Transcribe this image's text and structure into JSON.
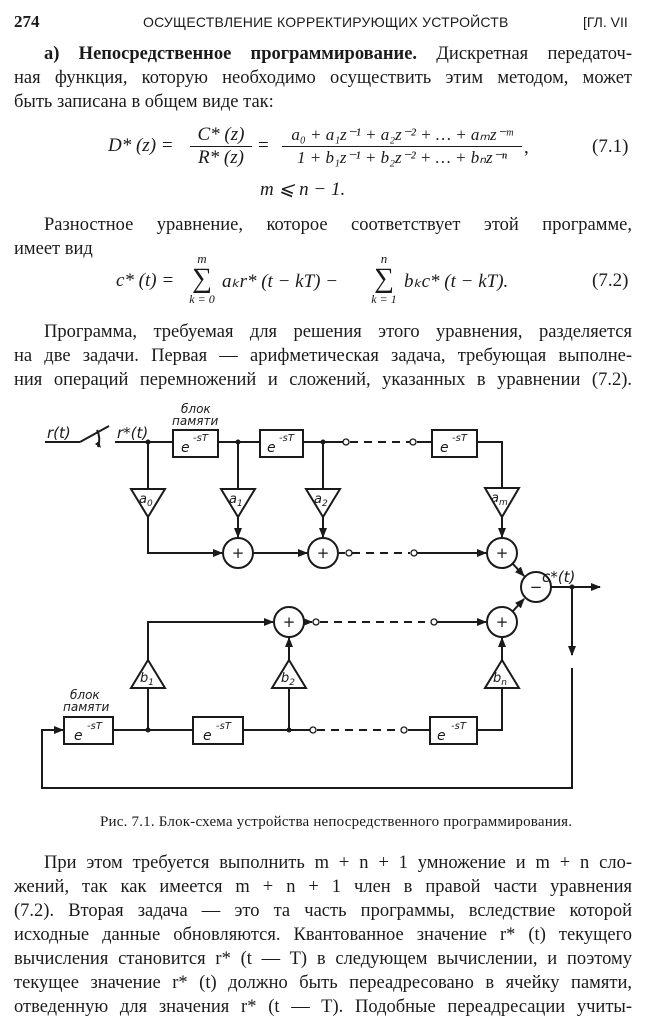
{
  "header": {
    "page_number": "274",
    "running_title": "ОСУЩЕСТВЛЕНИЕ КОРРЕКТИРУЮЩИХ УСТРОЙСТВ",
    "chapter": "[ГЛ. VII"
  },
  "section": {
    "heading": "а) Непосредственное программирование.",
    "intro_lines": [
      " Дискретная передаточ-",
      "ная функция, которую необходимо осуществить этим методом, может",
      "быть записана в общем виде так:"
    ]
  },
  "equation_7_1": {
    "lhs": "D* (z) =",
    "ratio_num": "C* (z)",
    "ratio_den": "R* (z)",
    "equals": "=",
    "numerator": "a₀ + a₁z⁻¹ + a₂z⁻² + … + aₘz⁻ᵐ",
    "denominator": "1 + b₁z⁻¹ + b₂z⁻² + … + bₙz⁻ⁿ",
    "trailing": ",",
    "condition": "m ⩽ n − 1.",
    "number": "(7.1)"
  },
  "para2": {
    "lines": [
      "Разностное уравнение, которое соответствует этой программе,",
      "имеет вид"
    ]
  },
  "equation_7_2": {
    "lhs": "c* (t) =",
    "sum1_top": "m",
    "sum1_bottom": "k = 0",
    "term1": "aₖr* (t − kT) −",
    "sum2_top": "n",
    "sum2_bottom": "k = 1",
    "term2": "bₖc* (t − kT).",
    "sigma": "∑",
    "number": "(7.2)"
  },
  "para3": {
    "lines": [
      "Программа, требуемая для решения этого уравнения, разделяется",
      "на две задачи. Первая — арифметическая задача, требующая выполне-",
      "ния операций перемножений и сложений, указанных в уравнении (7.2)."
    ]
  },
  "diagram": {
    "input_label": "r(t)",
    "sampled_label": "r*(t)",
    "memory_label_line1": "блок",
    "memory_label_line2": "памяти",
    "delay_label": "e",
    "delay_exp": "-sT",
    "gains_top": [
      "a0",
      "a1",
      "a2",
      "am"
    ],
    "gains_top_main": [
      "a",
      "a",
      "a",
      "a"
    ],
    "gains_top_sub": [
      "0",
      "1",
      "2",
      "m"
    ],
    "gains_bottom_main": [
      "b",
      "b",
      "b"
    ],
    "gains_bottom_sub": [
      "1",
      "2",
      "n"
    ],
    "adder_symbol": "+",
    "subtractor_symbol": "−",
    "output_label": "c*(t)"
  },
  "caption": "Рис. 7.1. Блок-схема устройства непосредственного программирования.",
  "para4": {
    "lines": [
      "При этом требуется выполнить m + n + 1 умножение и m + n сло-",
      "жений, так как имеется m + n + 1 член в правой части уравнения",
      "(7.2). Вторая задача — это та часть программы, вследствие которой",
      "исходные данные обновляются. Квантованное значение r* (t) текущего",
      "вычисления становится r* (t — T) в следующем вычислении, и поэтому",
      "текущее значение r* (t) должно быть переадресовано в ячейку памяти,",
      "отведенную для значения r* (t — T). Подобные переадресации учиты-"
    ]
  }
}
